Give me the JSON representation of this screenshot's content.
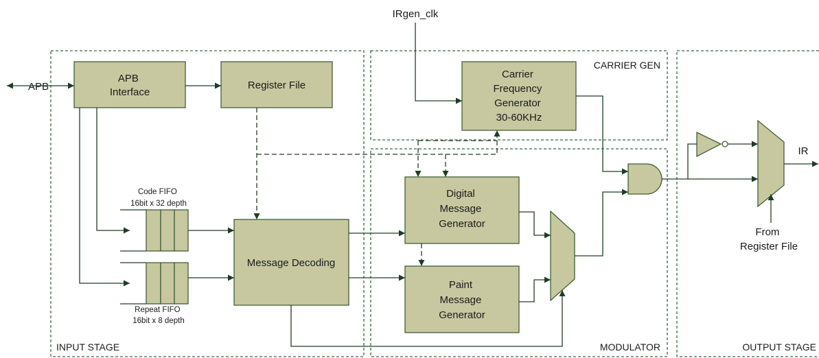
{
  "stages": {
    "input": "INPUT STAGE",
    "carrier": "CARRIER GEN",
    "modulator": "MODULATOR",
    "output": "OUTPUT STAGE"
  },
  "signals": {
    "apb": "APB",
    "irgen_clk": "IRgen_clk",
    "ir": "IR",
    "from_register_file": [
      "From",
      "Register File"
    ]
  },
  "blocks": {
    "apb_interface": [
      "APB",
      "Interface"
    ],
    "register_file": [
      "Register File"
    ],
    "message_decoding": [
      "Message Decoding"
    ],
    "carrier_freq_gen": [
      "Carrier",
      "Frequency",
      "Generator",
      "30-60KHz"
    ],
    "digital_msg_gen": [
      "Digital",
      "Message",
      "Generator"
    ],
    "paint_msg_gen": [
      "Paint",
      "Message",
      "Generator"
    ]
  },
  "fifos": {
    "code": [
      "Code FIFO",
      "16bit x 32 depth"
    ],
    "repeat": [
      "Repeat FIFO",
      "16bit x 8 depth"
    ]
  },
  "colors": {
    "block_fill": "#c7c8a0",
    "block_stroke": "#3f5f36",
    "stage_border": "#2f6b3a",
    "wire": "#1e3d22"
  }
}
